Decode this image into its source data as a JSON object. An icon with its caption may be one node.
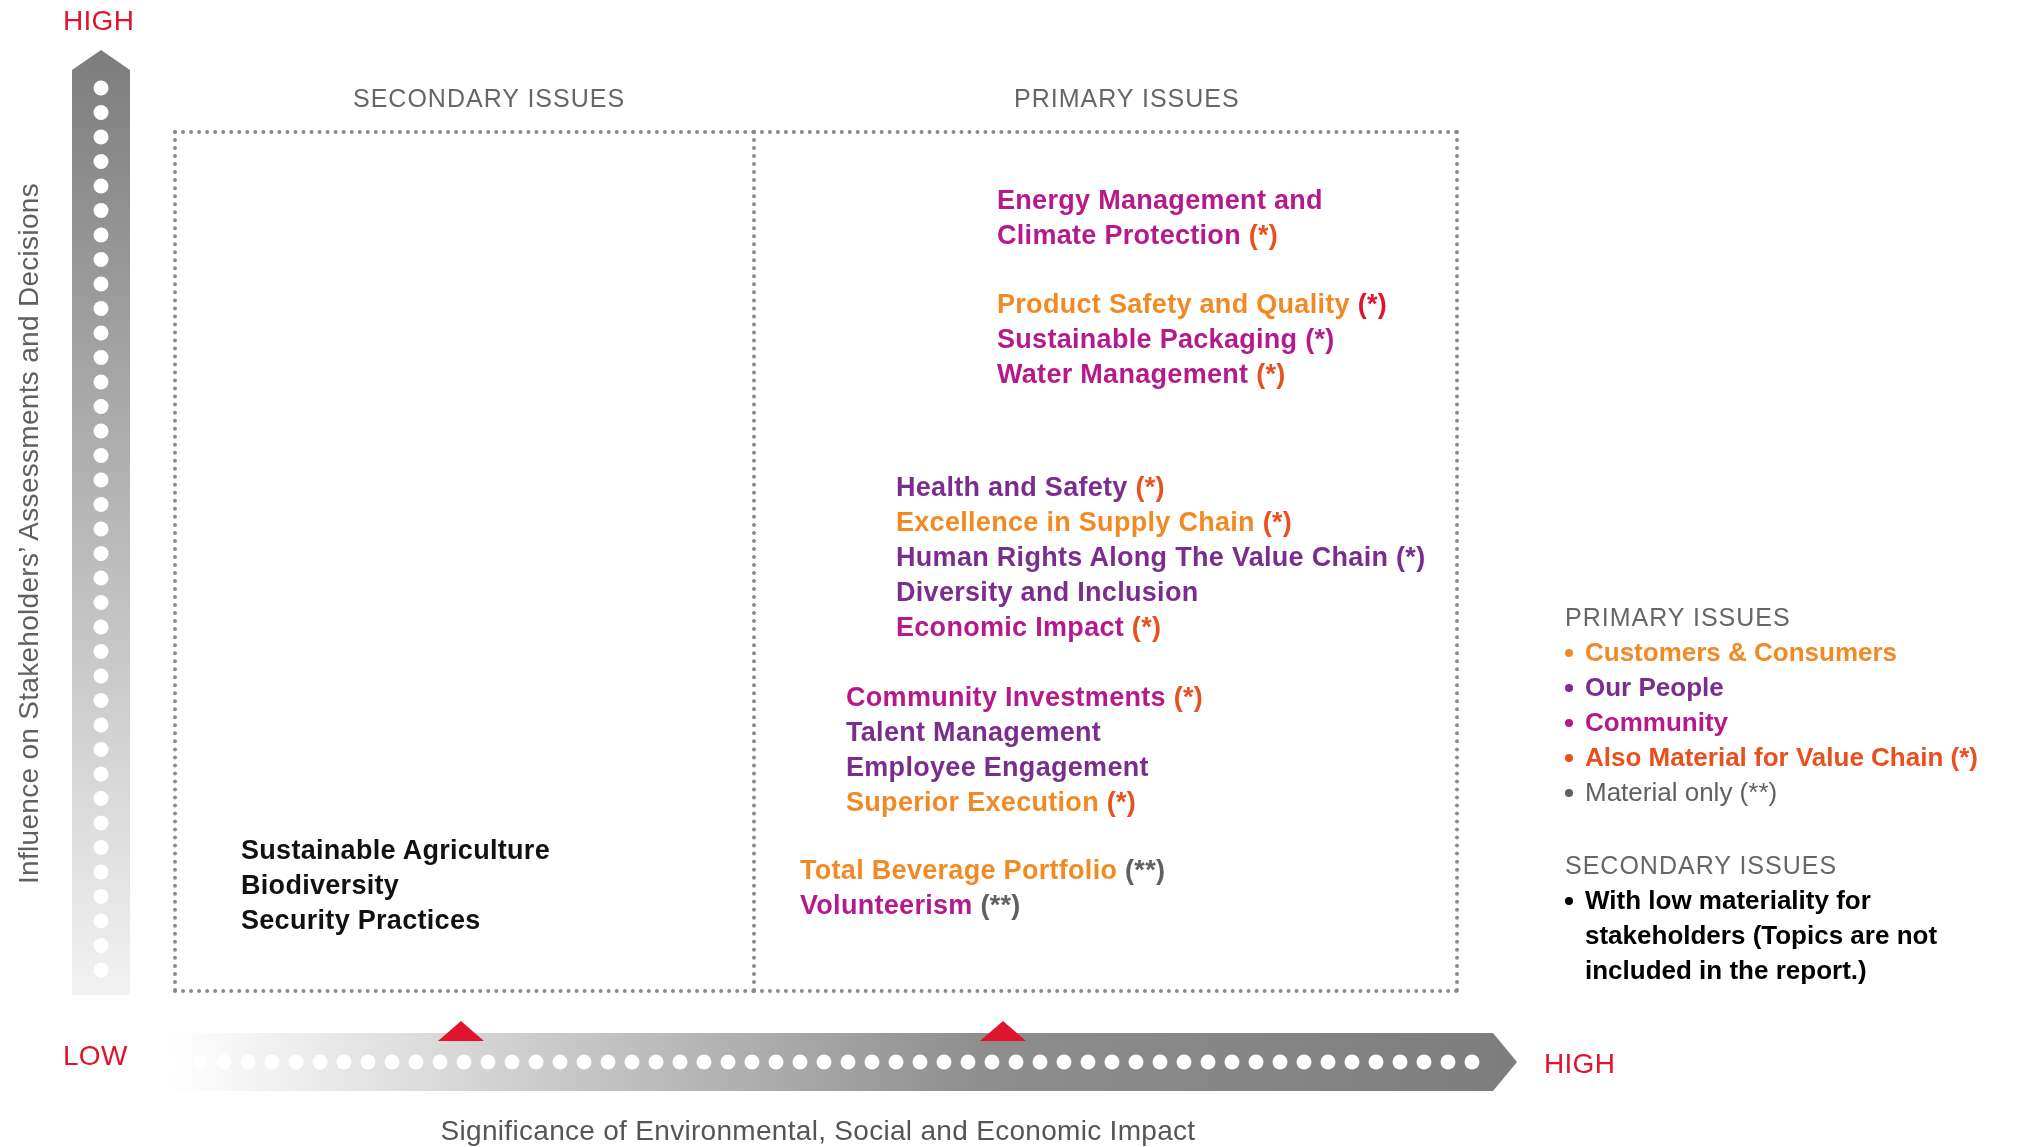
{
  "diagram": {
    "nodes": [
      {
        "text": [
          "SECONDARY ISSUES"
        ]
      },
      {
        "text": [
          "PRIMARY ISSUES"
        ]
      }
    ],
    "edges": [],
    "labels": [
      "HIGH",
      "Influence on Stakeholders’ Assessments and Decisions",
      "Energy Management and Climate Protection (*)",
      "Product Safety and Quality (*)",
      "Sustainable Packaging (*)",
      "Water Management (*)",
      "Health and Safety (*)",
      "Excellence in Supply Chain (*)",
      "Human Rights Along The Value Chain (*)",
      "Diversity and Inclusion",
      "Economic Impact (*)",
      "Community Investments (*)",
      "Talent Management",
      "Employee Engagement",
      "Superior Execution (*)",
      "Sustainable Agriculture",
      "Biodiversity",
      "Security Practices",
      "Total Beverage Portfolio (**)",
      "Volunteerism (**)",
      "PRIMARY ISSUES",
      "SECONDARY ISSUES",
      "LOW",
      "HIGH",
      "Significance of Environmental, Social and Economic Impact"
    ],
    "legend": [
      {
        "text": "Customers & Consumers",
        "color": "#f28a24"
      },
      {
        "text": "Our People",
        "color": "#7b2d8e"
      },
      {
        "text": "Community",
        "color": "#b5198a"
      },
      {
        "text": "Also Material for Value Chain (*)",
        "color": "#e8501e"
      },
      {
        "text": "Material only (**)",
        "color": "#606060"
      },
      {
        "text": "With low materiality for stakeholders (Topics are not included in the report.)",
        "color": "#000000"
      }
    ]
  }
}
